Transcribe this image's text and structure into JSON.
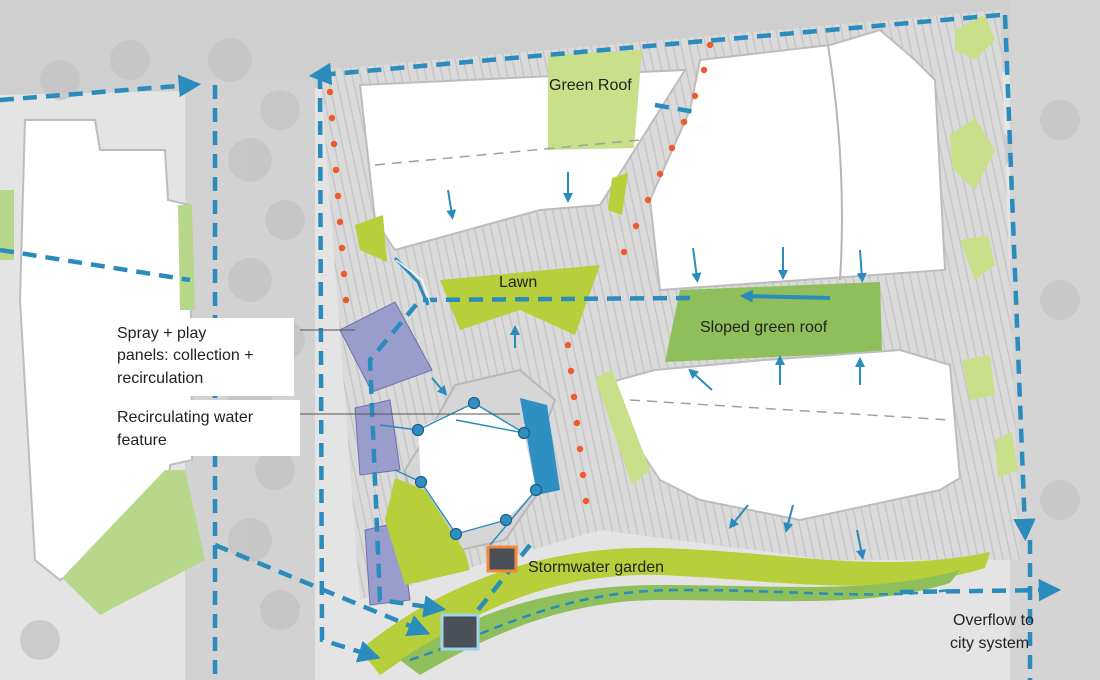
{
  "labels": {
    "green_roof": "Green Roof",
    "lawn": "Lawn",
    "sloped_green_roof": "Sloped green roof",
    "spray_play_line1": "Spray + play",
    "spray_play_line2": "panels: collection +",
    "spray_play_line3": "recirculation",
    "recirc_line1": "Recirculating water",
    "recirc_line2": "feature",
    "stormwater_garden": "Stormwater garden",
    "overflow_line1": "Overflow to",
    "overflow_line2": "city system"
  },
  "colors": {
    "flow_dash": "#2a8bbd",
    "green_light": "#c9df8a",
    "green_lime": "#b6cf3a",
    "green_roof_dark": "#8fbf5a",
    "purple_panels": "#9a9ccc",
    "water_blue": "#2e8fc2",
    "orange_dots": "#ee5a2a",
    "orange_box": "#f08a3a",
    "outlet_dark": "#4a4f58"
  }
}
